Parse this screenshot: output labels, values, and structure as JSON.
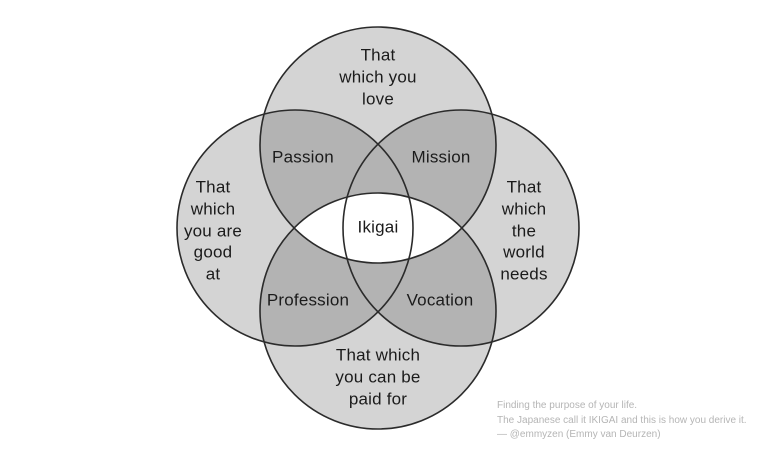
{
  "diagram": {
    "circle_labels": {
      "top": "That\nwhich you\nlove",
      "left": "That\nwhich\nyou are\ngood\nat",
      "right": "That\nwhich\nthe\nworld\nneeds",
      "bottom": "That which\nyou can be\npaid for"
    },
    "overlap_labels": {
      "passion": "Passion",
      "mission": "Mission",
      "profession": "Profession",
      "vocation": "Vocation",
      "center": "Ikigai"
    },
    "colors": {
      "background": "#ffffff",
      "circle_fill": "#d4d4d4",
      "overlap_fill": "#b3b3b3",
      "center_fill": "#ffffff",
      "outline": "#2b2b2b",
      "label_text": "#1b1b1b",
      "caption_text": "#b5b5b5"
    }
  },
  "caption": {
    "line1": "Finding the purpose of your life.",
    "line2": "The Japanese call it IKIGAI and this is how you derive it.",
    "line3": "— @emmyzen (Emmy van Deurzen)"
  }
}
